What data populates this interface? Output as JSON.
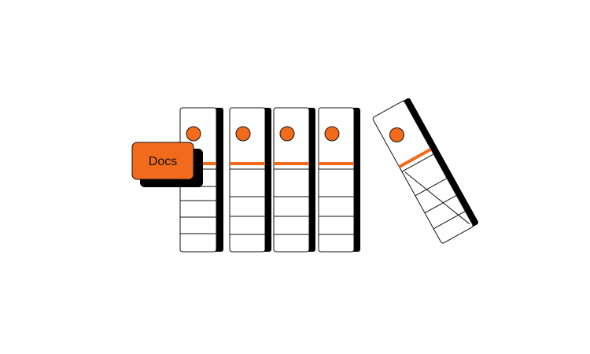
{
  "illustration": {
    "tag_label": "Docs",
    "binder_count": 5,
    "leaning_binder_count": 1
  },
  "colors": {
    "accent": "#f26b1d",
    "outline": "#111111",
    "background": "#ffffff",
    "binder_face": "#ffffff",
    "binder_shadow": "#000000"
  },
  "icons": [
    "binder-icon",
    "ring-hole-icon",
    "label-tag-icon"
  ]
}
